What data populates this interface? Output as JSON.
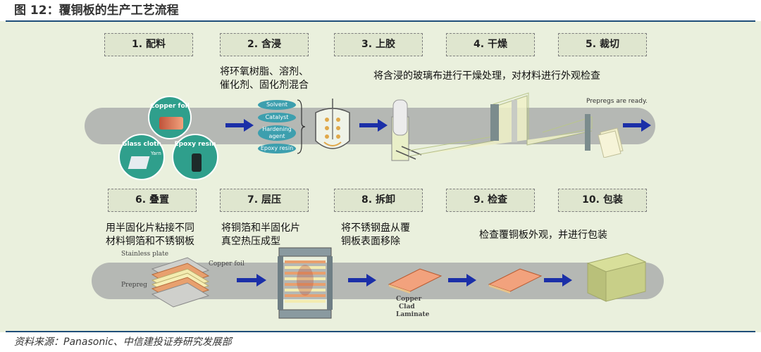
{
  "title": "图  12：覆铜板的生产工艺流程",
  "source": "资料来源：Panasonic、中信建投证券研究发展部",
  "steps": [
    {
      "label": "1. 配料"
    },
    {
      "label": "2. 含浸"
    },
    {
      "label": "3. 上胶"
    },
    {
      "label": "4. 干燥"
    },
    {
      "label": "5. 裁切"
    },
    {
      "label": "6. 叠置"
    },
    {
      "label": "7. 层压"
    },
    {
      "label": "8. 拆卸"
    },
    {
      "label": "9. 检查"
    },
    {
      "label": "10. 包装"
    }
  ],
  "descriptions": {
    "impregnate_1": "将环氧树脂、溶剂、",
    "impregnate_2": "催化剂、固化剂混合",
    "dry": "将含浸的玻璃布进行干燥处理，对材料进行外观检查",
    "stack_1": "用半固化片粘接不同",
    "stack_2": "材料铜箔和不锈钢板",
    "press_1": "将铜箔和半固化片",
    "press_2": "真空热压成型",
    "remove_1": "将不锈钢盘从覆",
    "remove_2": "铜板表面移除",
    "inspect": "检查覆铜板外观，并进行包装"
  },
  "illustration": {
    "copper_foil": "Copper foil",
    "glass_cloth": "Glass cloth",
    "yarn": "Yarn",
    "epoxy_resin": "Epoxy resin",
    "solvent": "Solvent",
    "catalyst": "Catalyst",
    "hardening_agent_1": "Hardening",
    "hardening_agent_2": "agent",
    "epoxy_resin_oval": "Epoxy resin",
    "prepregs_ready": "Prepregs are ready.",
    "stainless_plate": "Stainless plate",
    "copper_foil_2": "Copper foil",
    "prepreg": "Prepreg",
    "ccl_1": "Copper",
    "ccl_2": "Clad",
    "ccl_3": "Laminate"
  },
  "colors": {
    "arrow": "#1b2fa8",
    "band": "#b5b8b4",
    "background": "#eaf0dd",
    "rule": "#1f4e79",
    "teal": "#2f9f8c"
  }
}
